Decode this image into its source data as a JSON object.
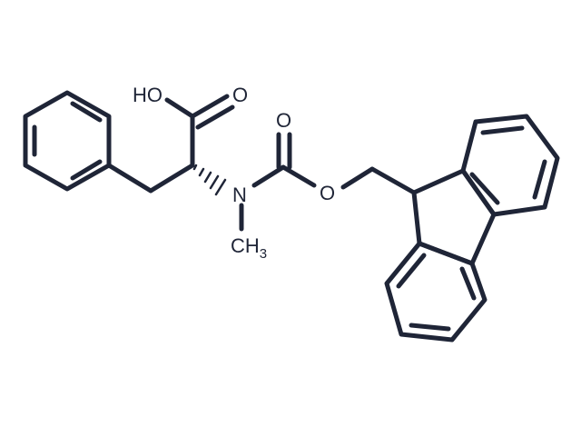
{
  "molecule": {
    "labels": {
      "hydroxyl": "HO",
      "carboxyl_oxygen": "O",
      "carbamate_oxygen": "O",
      "ester_oxygen": "O",
      "nitrogen": "N",
      "methyl_c": "CH",
      "methyl_sub": "3"
    }
  },
  "colors": {
    "ink": "#1f2537",
    "background": "#ffffff"
  }
}
